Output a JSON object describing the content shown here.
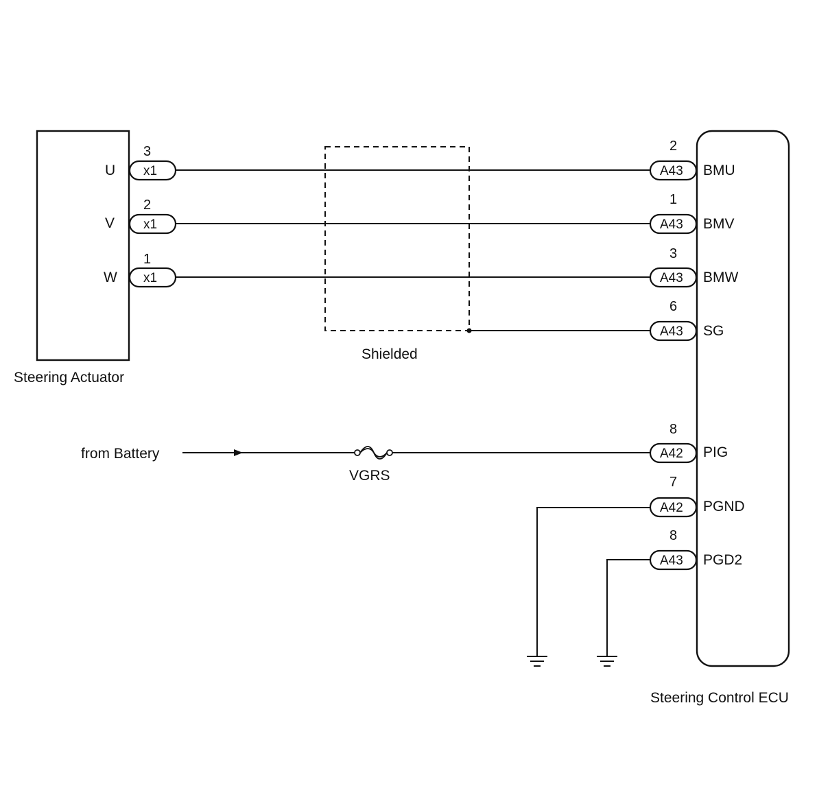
{
  "actuator": {
    "caption": "Steering Actuator",
    "pins": [
      {
        "terminal": "U",
        "pin": "3",
        "connector": "x1"
      },
      {
        "terminal": "V",
        "pin": "2",
        "connector": "x1"
      },
      {
        "terminal": "W",
        "pin": "1",
        "connector": "x1"
      }
    ]
  },
  "shield": {
    "caption": "Shielded"
  },
  "ecu": {
    "caption": "Steering Control ECU",
    "pins": [
      {
        "terminal": "BMU",
        "pin": "2",
        "connector": "A43"
      },
      {
        "terminal": "BMV",
        "pin": "1",
        "connector": "A43"
      },
      {
        "terminal": "BMW",
        "pin": "3",
        "connector": "A43"
      },
      {
        "terminal": "SG",
        "pin": "6",
        "connector": "A43"
      },
      {
        "terminal": "PIG",
        "pin": "8",
        "connector": "A42"
      },
      {
        "terminal": "PGND",
        "pin": "7",
        "connector": "A42"
      },
      {
        "terminal": "PGD2",
        "pin": "8",
        "connector": "A43"
      }
    ]
  },
  "power": {
    "source_label": "from Battery",
    "fuse_label": "VGRS"
  },
  "icons": [
    "arrow-icon",
    "fuse-icon",
    "ground-icon"
  ]
}
